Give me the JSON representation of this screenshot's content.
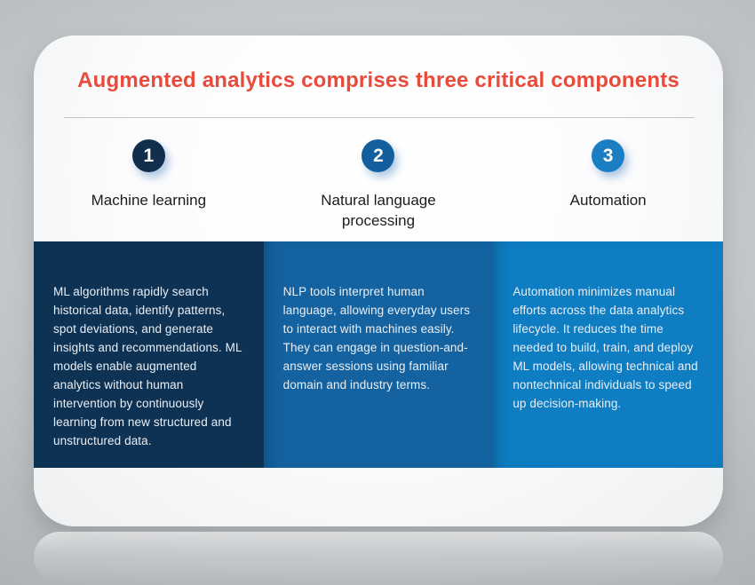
{
  "title": "Augmented analytics comprises three critical components",
  "components": [
    {
      "number": "1",
      "label": "Machine learning",
      "description": "ML algorithms rapidly search historical data, identify patterns, spot deviations, and generate insights and recommendations. ML models enable augmented analytics without human intervention by continuously learning from new structured and unstructured data.",
      "circle_color": "#112e4d",
      "panel_color": "#0e3254"
    },
    {
      "number": "2",
      "label": "Natural language processing",
      "description": "NLP tools interpret human language, allowing everyday users to interact with machines easily. They can engage in question-and-answer sessions using familiar domain and industry terms.",
      "circle_color": "#135f9e",
      "panel_color": "#1463a0"
    },
    {
      "number": "3",
      "label": "Automation",
      "description": "Automation minimizes manual efforts across the data analytics lifecycle. It reduces the time needed to build, train, and deploy ML models, allowing technical and nontechnical individuals to speed up decision-making.",
      "circle_color": "#1b7ec2",
      "panel_color": "#0e7dc1"
    }
  ],
  "colors": {
    "title_text": "#e84b3b",
    "heading_text": "#1c1c1c",
    "panel_text": "#e9eef4",
    "card_background": "#ffffff",
    "page_background": "#c5c8ca",
    "divider": "#c2c5c7"
  }
}
